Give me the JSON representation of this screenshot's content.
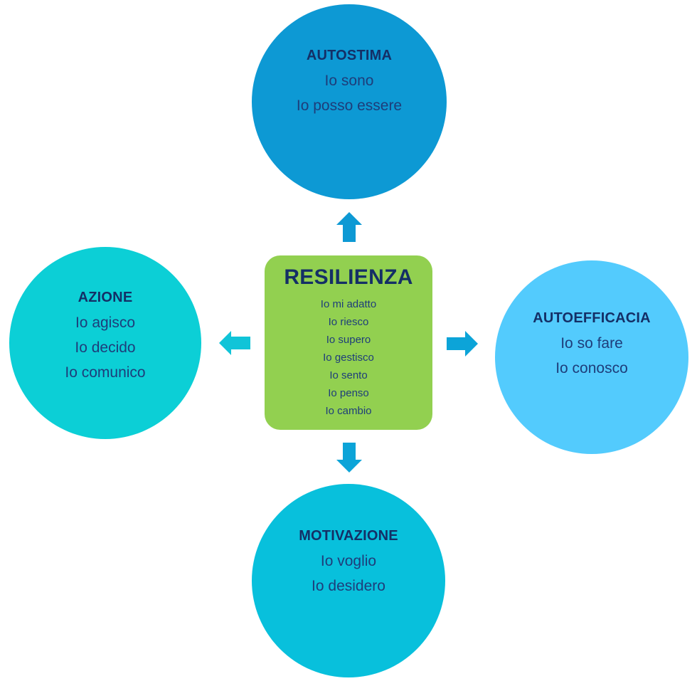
{
  "center": {
    "title": "RESILIENZA",
    "lines": [
      "Io mi adatto",
      "Io riesco",
      "Io supero",
      "Io gestisco",
      "Io sento",
      "Io penso",
      "Io cambio"
    ],
    "color": "#92d050"
  },
  "top": {
    "title": "AUTOSTIMA",
    "lines": [
      "Io sono",
      "Io posso essere"
    ],
    "color": "#0d99d4"
  },
  "left": {
    "title": "AZIONE",
    "lines": [
      "Io agisco",
      "Io decido",
      "Io comunico"
    ],
    "color": "#0ccfd6"
  },
  "right": {
    "title": "AUTOEFFICACIA",
    "lines": [
      "Io so fare",
      "Io conosco"
    ],
    "color": "#53cbfd"
  },
  "bottom": {
    "title": "MOTIVAZIONE",
    "lines": [
      "Io voglio",
      "Io desidero"
    ],
    "color": "#08c0dc"
  },
  "arrows": {
    "top": "arrow-up-icon",
    "left": "arrow-left-icon",
    "right": "arrow-right-icon",
    "bottom": "arrow-down-icon"
  }
}
